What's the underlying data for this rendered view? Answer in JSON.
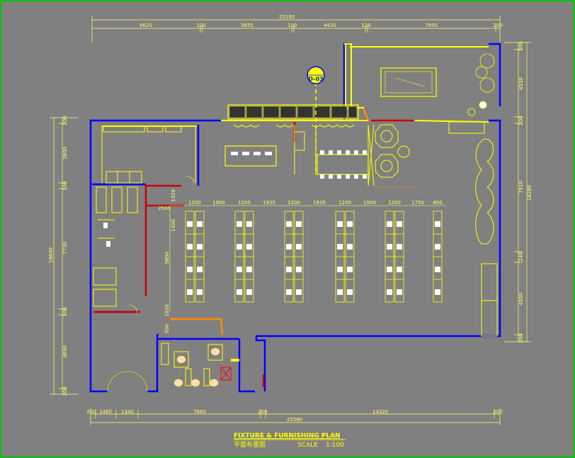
{
  "plan": {
    "title": "FIXTURE & FURNISHING PLAN",
    "title_cn": "平面布置图",
    "scale_label": "SCALE",
    "scale_value": "1:100",
    "section_tag": "D-03"
  },
  "dimensions": {
    "top_total": "25180",
    "top_segments": [
      "6620",
      "100",
      "5855",
      "100",
      "4435",
      "120",
      "7950",
      "200"
    ],
    "row_segments": [
      "2500",
      "1200",
      "1900",
      "1200",
      "1935",
      "1200",
      "1935",
      "1200",
      "1900",
      "1200",
      "1750",
      "800"
    ],
    "bottom_segments": [
      "200",
      "1460",
      "1340",
      "7660",
      "200",
      "14320",
      "200"
    ],
    "bottom_total": "25380",
    "left_segments": [
      "200",
      "3800",
      "100",
      "7730",
      "100",
      "4690",
      "200"
    ],
    "left_total": "16840",
    "inner_left": [
      "1320",
      "1400",
      "5800",
      "1030",
      "300"
    ],
    "right_segments": [
      "200",
      "4530",
      "200",
      "7910",
      "240",
      "4500",
      "200"
    ],
    "right_total": "18280"
  },
  "colors": {
    "background": "#808080",
    "wall": "#0000ff",
    "furniture": "#ffff00",
    "partition": "#cc0000",
    "pipe": "#ff8c00",
    "frame": "#00c400"
  }
}
